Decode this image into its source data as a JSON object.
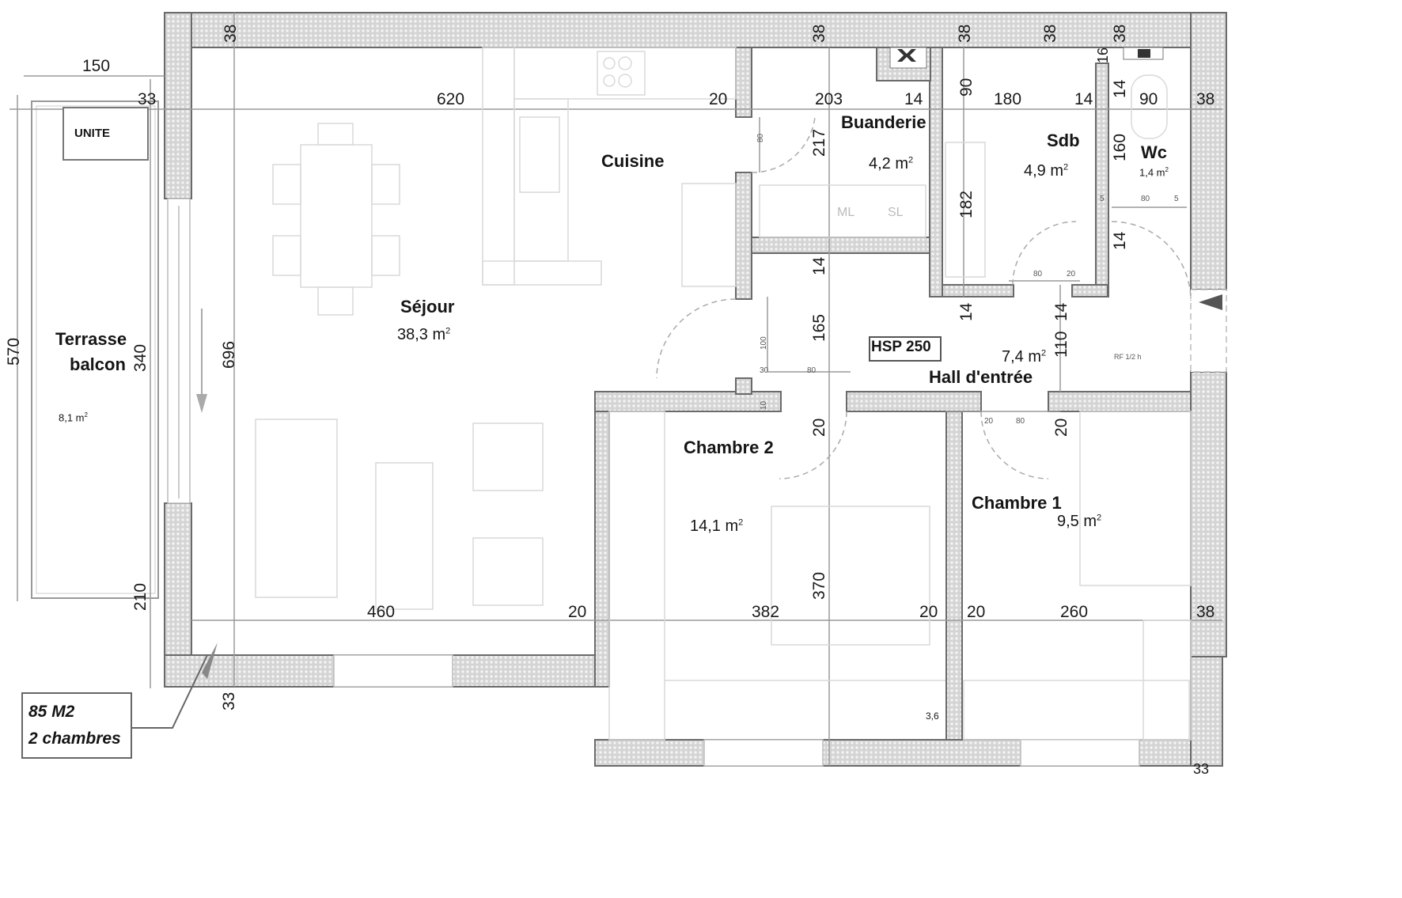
{
  "summary": {
    "surface": "85 M2",
    "rooms": "2 chambres"
  },
  "unit_label": "UNITE",
  "hsp_label": "HSP 250",
  "fire_door_label": "RF 1/2 h",
  "rooms": [
    {
      "id": "terrasse",
      "name_line1": "Terrasse",
      "name_line2": "balcon",
      "area": "8,1 m",
      "area_sup": "2"
    },
    {
      "id": "sejour",
      "name": "Séjour",
      "area": "38,3 m",
      "area_sup": "2"
    },
    {
      "id": "cuisine",
      "name": "Cuisine"
    },
    {
      "id": "buanderie",
      "name": "Buanderie",
      "area": "4,2 m",
      "area_sup": "2"
    },
    {
      "id": "sdb",
      "name": "Sdb",
      "area": "4,9 m",
      "area_sup": "2"
    },
    {
      "id": "wc",
      "name": "Wc",
      "area": "1,4 m",
      "area_sup": "2"
    },
    {
      "id": "hall",
      "name": "Hall d'entrée",
      "area": "7,4 m",
      "area_sup": "2"
    },
    {
      "id": "chambre2",
      "name": "Chambre 2",
      "area": "14,1 m",
      "area_sup": "2"
    },
    {
      "id": "chambre1",
      "name": "Chambre 1",
      "area": "9,5 m",
      "area_sup": "2"
    }
  ],
  "appliances": {
    "washer": "ML",
    "dryer": "SL"
  },
  "dimensions": {
    "top_wall": [
      "38",
      "38",
      "38",
      "38",
      "38"
    ],
    "wall_16": "16",
    "balcony_width": "150",
    "left_wall_33_top": "33",
    "left_wall_33_bottom": "33",
    "bottom_right_33": "33",
    "top_row": [
      "620",
      "20",
      "203",
      "14",
      "90",
      "180",
      "14",
      "14",
      "90",
      "38"
    ],
    "buanderie_height": "217",
    "buanderie_door": "80",
    "sdb_height": "182",
    "wc_height": "160",
    "wc_door": [
      "5",
      "80",
      "5"
    ],
    "wc_wall": "14",
    "sdb_door": [
      "80",
      "20"
    ],
    "hall_wall_14": "14",
    "hall_height": "165",
    "hall_right": [
      "14",
      "110",
      "14"
    ],
    "hall_door": [
      "100",
      "30",
      "80",
      "10"
    ],
    "balcony_height": "570",
    "window_height": "340",
    "sejour_height": "696",
    "lower_left": "210",
    "bottom_row": [
      "460",
      "20",
      "382",
      "20",
      "20",
      "260",
      "38"
    ],
    "chambre2_height": "370",
    "chambre2_door_20": "20",
    "chambre1_door": [
      "20",
      "80",
      "20"
    ],
    "small_area": "3,6"
  }
}
